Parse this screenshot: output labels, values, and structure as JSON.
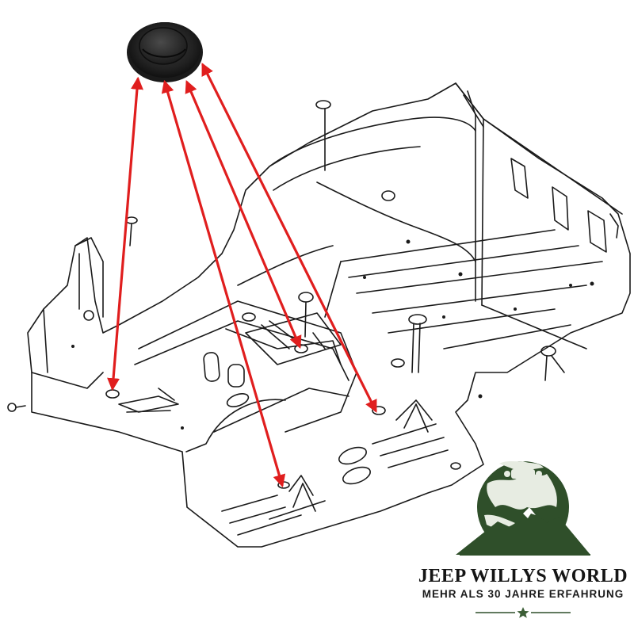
{
  "brand": {
    "name": "JEEP WILLYS WORLD",
    "tagline": "MEHR ALS 30 JAHRE ERFAHRUNG",
    "primary_color": "#2f4f2a",
    "star_color": "#3c5e36"
  },
  "part": {
    "icon": "rubber-plug-icon",
    "color": "#2a2a2a"
  },
  "callouts": {
    "arrow_color": "#e01e1e",
    "count": 4
  },
  "drawing": {
    "icon": "floor-pan-line-drawing",
    "line_color": "#1a1a1a"
  }
}
